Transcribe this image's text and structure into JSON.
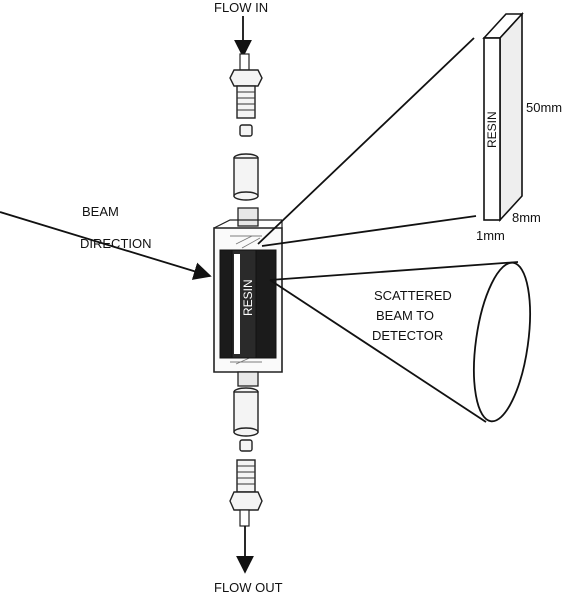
{
  "labels": {
    "flow_in": "FLOW IN",
    "flow_out": "FLOW OUT",
    "beam_direction_1": "BEAM",
    "beam_direction_2": "DIRECTION",
    "scattered_1": "SCATTERED",
    "scattered_2": "BEAM TO",
    "scattered_3": "DETECTOR",
    "resin_cell": "RESIN",
    "resin_block": "RESIN",
    "dim_height": "50mm",
    "dim_depth": "8mm",
    "dim_width": "1mm"
  }
}
